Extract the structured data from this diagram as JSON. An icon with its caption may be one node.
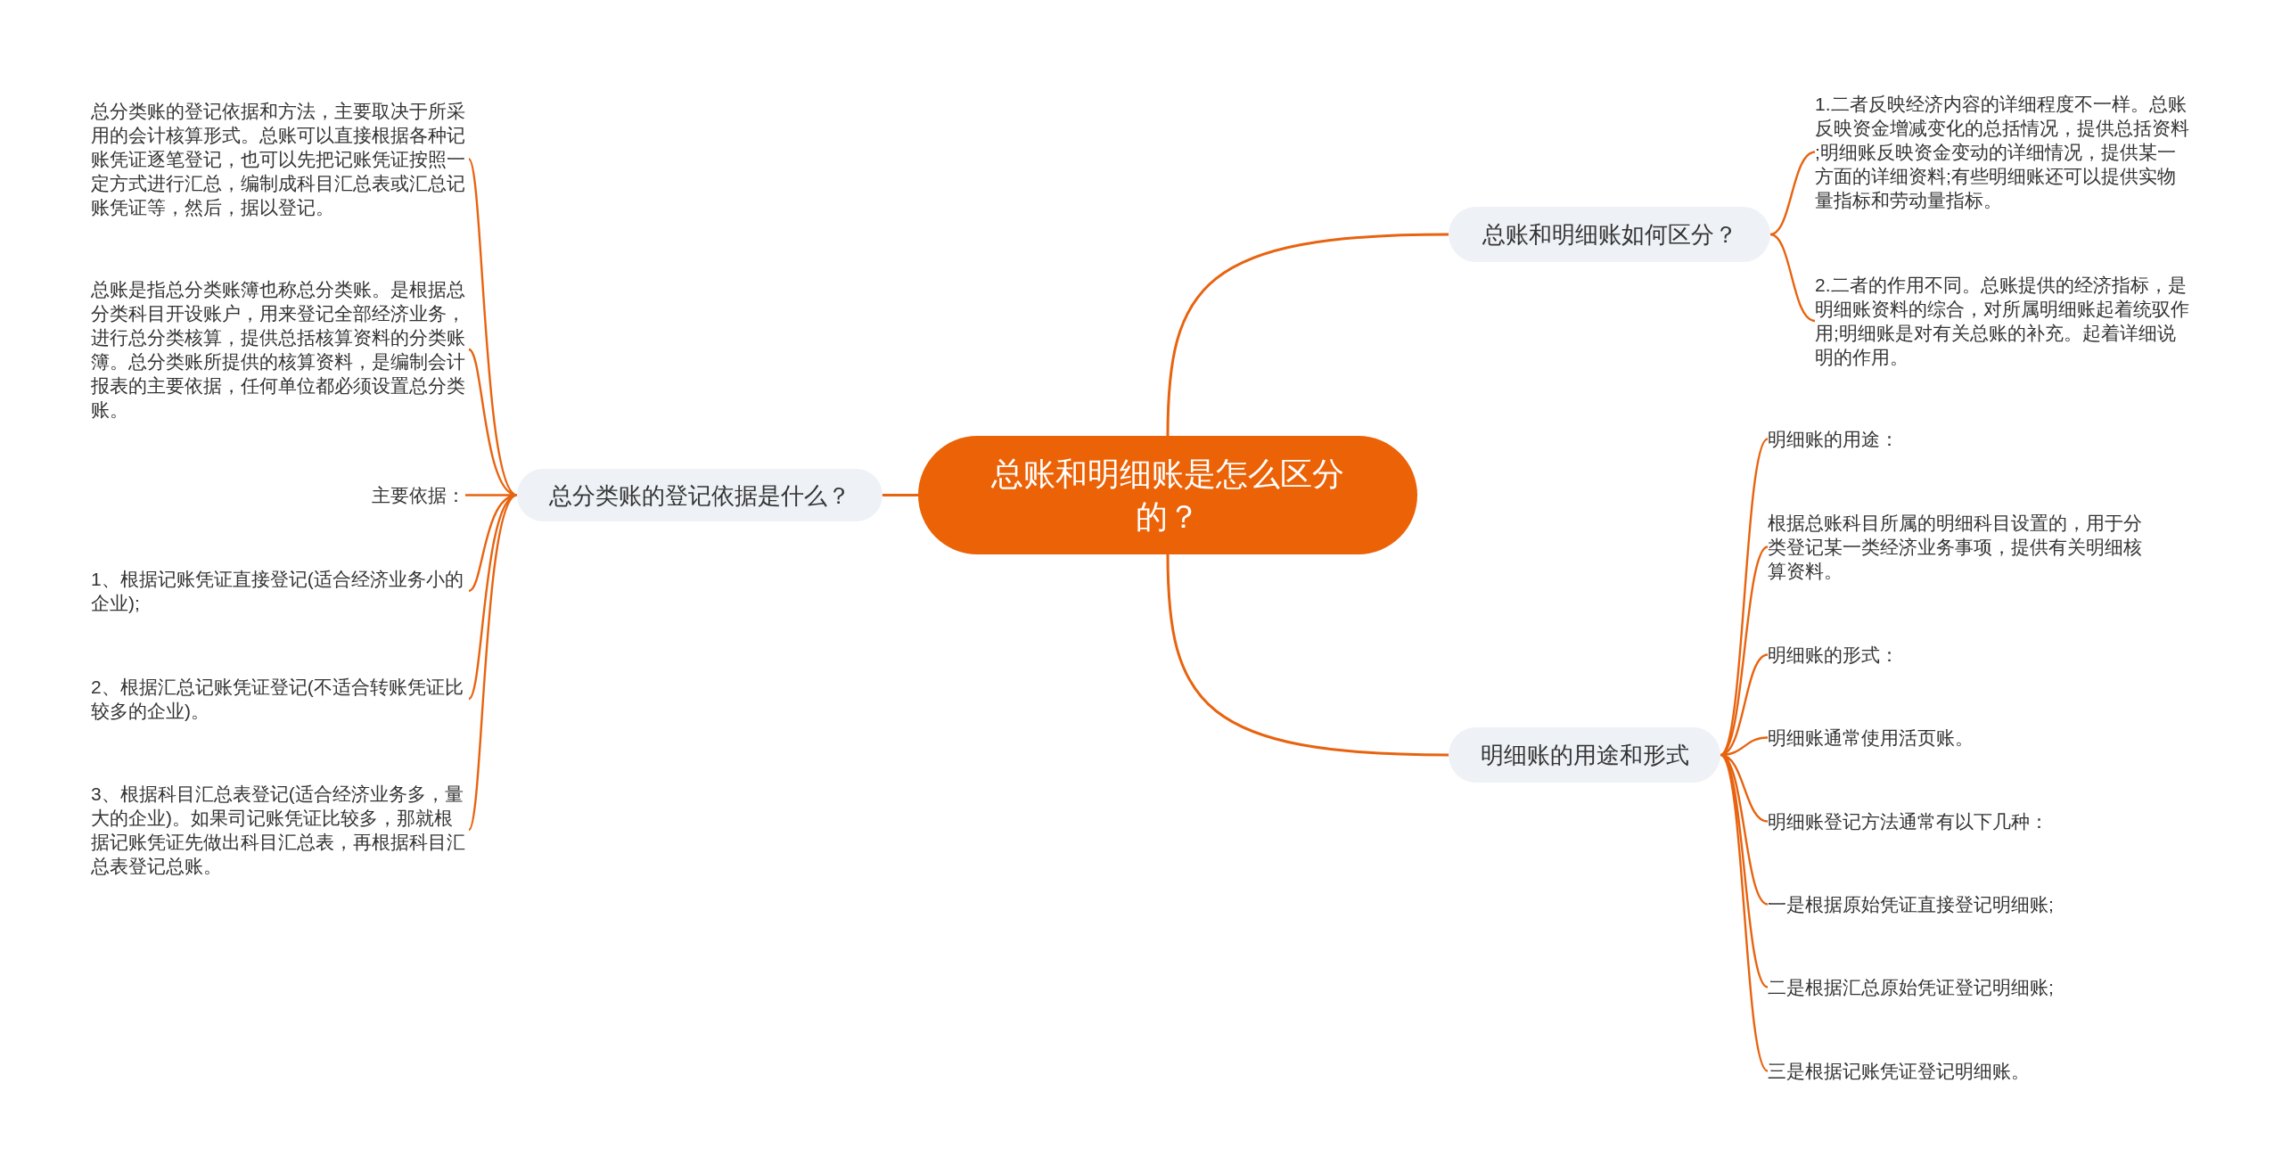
{
  "diagram": {
    "nodes": [
      {
        "text": [
          "总账和明细账是怎么区分的？"
        ]
      },
      {
        "text": [
          "总分类账的登记依据是什么？"
        ]
      },
      {
        "text": [
          "总分类账的登记依据和方法，主要取决于所采用的会计核算形式。总账可以直接根据各种记账凭证逐笔登记，也可以先把记账凭证按照一定方式进行汇总，编制成科目汇总表或汇总记账凭证等，然后，据以登记。"
        ]
      },
      {
        "text": [
          "总账是指总分类账簿也称总分类账。是根据总分类科目开设账户，用来登记全部经济业务，进行总分类核算，提供总括核算资料的分类账簿。总分类账所提供的核算资料，是编制会计报表的主要依据，任何单位都必须设置总分类账。"
        ]
      },
      {
        "text": [
          "主要依据："
        ]
      },
      {
        "text": [
          "1、根据记账凭证直接登记(适合经济业务小的企业);"
        ]
      },
      {
        "text": [
          "2、根据汇总记账凭证登记(不适合转账凭证比较多的企业)。"
        ]
      },
      {
        "text": [
          "3、根据科目汇总表登记(适合经济业务多，量大的企业)。如果司记账凭证比较多，那就根据记账凭证先做出科目汇总表，再根据科目汇总表登记总账。"
        ]
      },
      {
        "text": [
          "总账和明细账如何区分？"
        ]
      },
      {
        "text": [
          "1.二者反映经济内容的详细程度不一样。总账反映资金增减变化的总括情况，提供总括资料;明细账反映资金变动的详细情况，提供某一方面的详细资料;有些明细账还可以提供实物量指标和劳动量指标。"
        ]
      },
      {
        "text": [
          "2.二者的作用不同。总账提供的经济指标，是明细账资料的综合，对所属明细账起着统驭作用;明细账是对有关总账的补充。起着详细说明的作用。"
        ]
      },
      {
        "text": [
          "明细账的用途和形式"
        ]
      },
      {
        "text": [
          "明细账的用途："
        ]
      },
      {
        "text": [
          "根据总账科目所属的明细科目设置的，用于分类登记某一类经济业务事项，提供有关明细核算资料。"
        ]
      },
      {
        "text": [
          "明细账的形式："
        ]
      },
      {
        "text": [
          "明细账通常使用活页账。"
        ]
      },
      {
        "text": [
          "明细账登记方法通常有以下几种："
        ]
      },
      {
        "text": [
          "一是根据原始凭证直接登记明细账;"
        ]
      },
      {
        "text": [
          "二是根据汇总原始凭证登记明细账;"
        ]
      },
      {
        "text": [
          "三是根据记账凭证登记明细账。"
        ]
      }
    ],
    "edges": [
      {
        "from": 0,
        "to": 1,
        "arrow": "none"
      },
      {
        "from": 1,
        "to": 2,
        "arrow": "none"
      },
      {
        "from": 1,
        "to": 3,
        "arrow": "none"
      },
      {
        "from": 1,
        "to": 4,
        "arrow": "none"
      },
      {
        "from": 1,
        "to": 5,
        "arrow": "none"
      },
      {
        "from": 1,
        "to": 6,
        "arrow": "none"
      },
      {
        "from": 1,
        "to": 7,
        "arrow": "none"
      },
      {
        "from": 0,
        "to": 8,
        "arrow": "none"
      },
      {
        "from": 8,
        "to": 9,
        "arrow": "none"
      },
      {
        "from": 8,
        "to": 10,
        "arrow": "none"
      },
      {
        "from": 0,
        "to": 11,
        "arrow": "none"
      },
      {
        "from": 11,
        "to": 12,
        "arrow": "none"
      },
      {
        "from": 11,
        "to": 13,
        "arrow": "none"
      },
      {
        "from": 11,
        "to": 14,
        "arrow": "none"
      },
      {
        "from": 11,
        "to": 15,
        "arrow": "none"
      },
      {
        "from": 11,
        "to": 16,
        "arrow": "none"
      },
      {
        "from": 11,
        "to": 17,
        "arrow": "none"
      },
      {
        "from": 11,
        "to": 18,
        "arrow": "none"
      },
      {
        "from": 11,
        "to": 19,
        "arrow": "none"
      }
    ]
  }
}
